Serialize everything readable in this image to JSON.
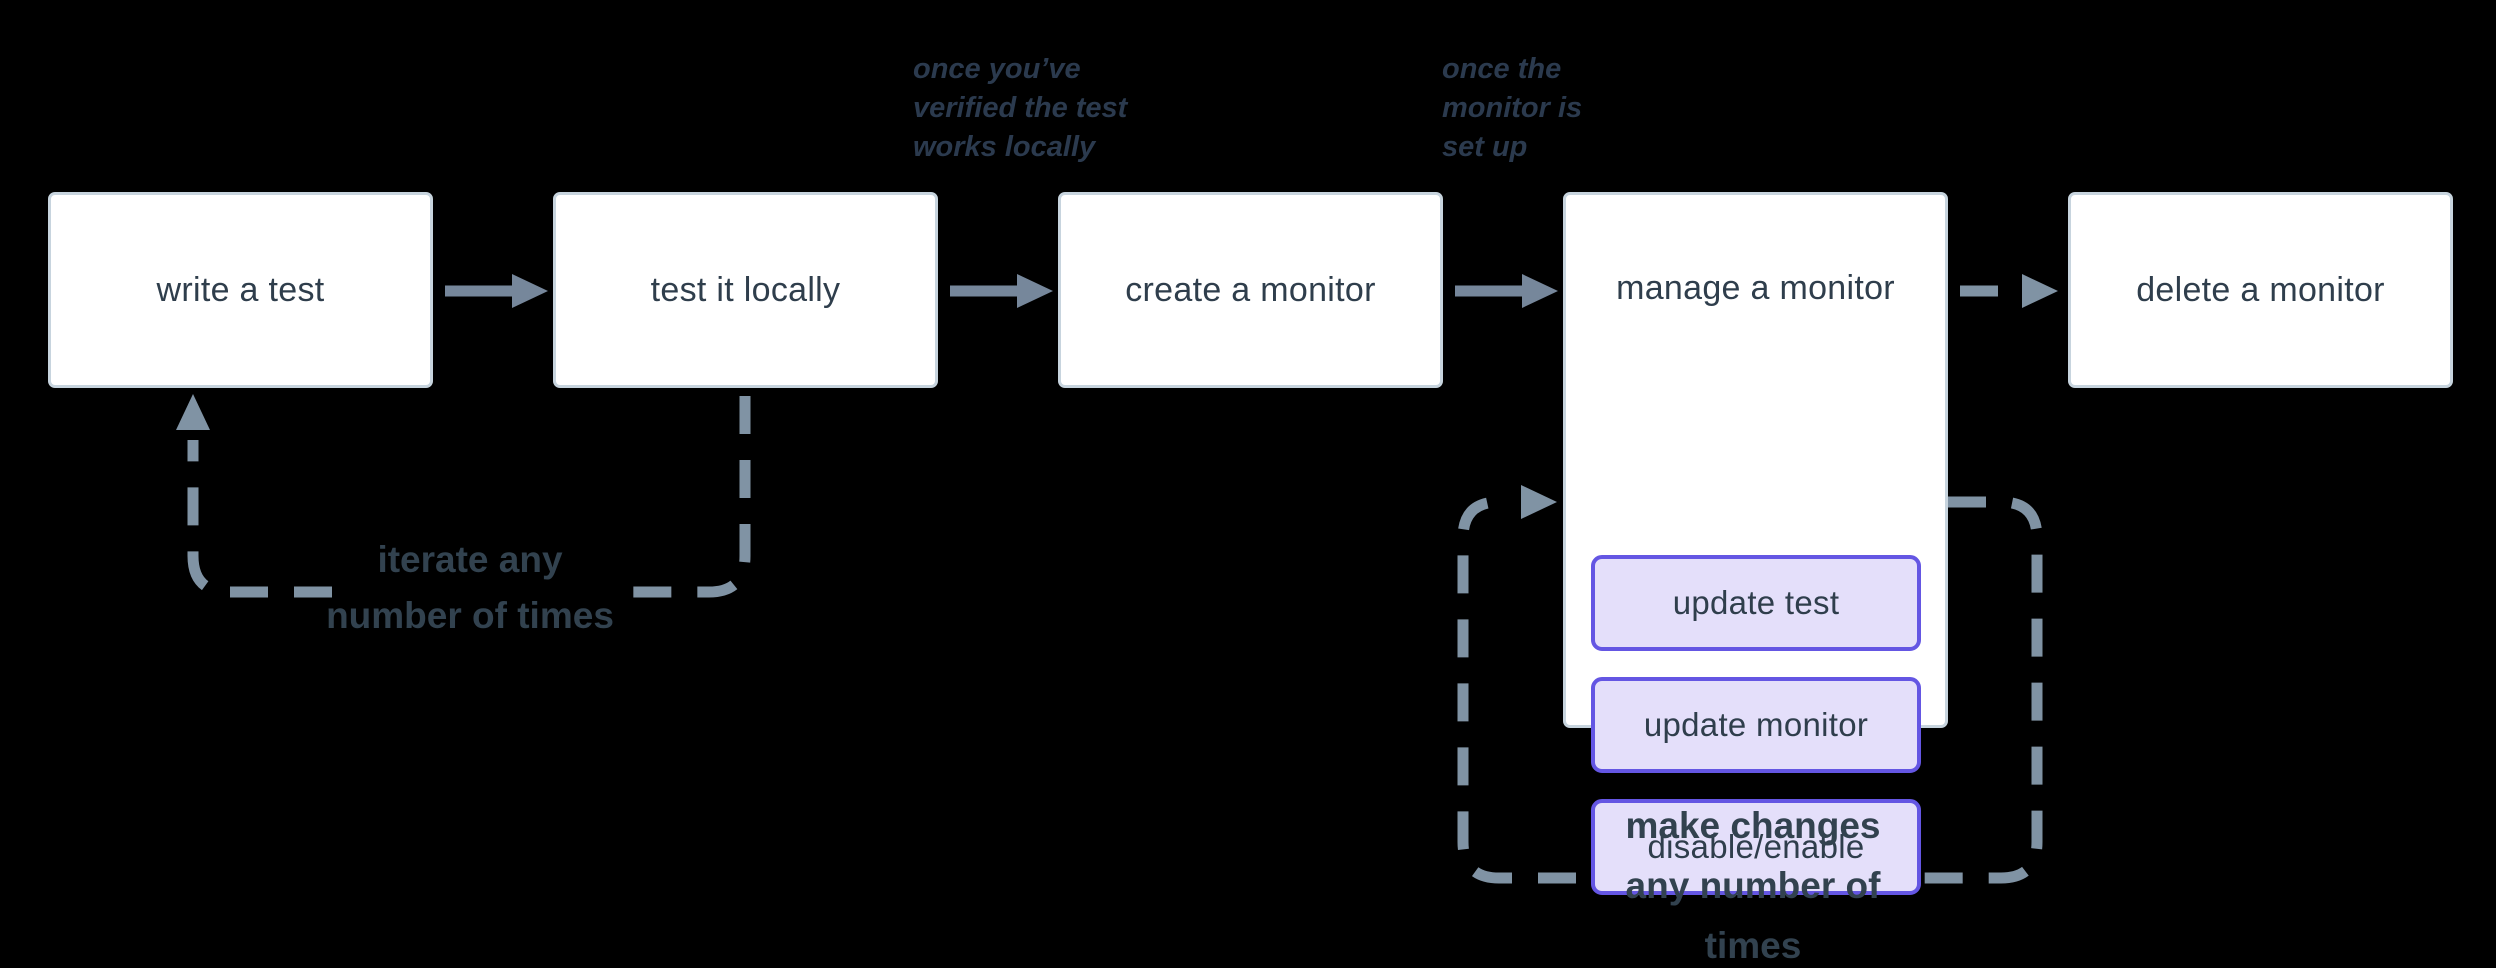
{
  "background_color": "#000000",
  "colors": {
    "node_fill": "#ffffff",
    "node_border": "#c7d4de",
    "node_text": "#2f3e4c",
    "pill_fill": "#e4dffa",
    "pill_border": "#6456e3",
    "solid_arrow": "#76879b",
    "dashed_arrow": "#8093a4",
    "annotation_text": "#2b3a4e",
    "caption_text": "#32424f"
  },
  "flow": {
    "nodes": [
      {
        "id": "write-a-test",
        "label": "write a test"
      },
      {
        "id": "test-it-locally",
        "label": "test it locally"
      },
      {
        "id": "create-a-monitor",
        "label": "create a monitor"
      },
      {
        "id": "manage-a-monitor",
        "label": "manage a monitor",
        "children": [
          {
            "id": "update-test",
            "label": "update test"
          },
          {
            "id": "update-monitor",
            "label": "update monitor"
          },
          {
            "id": "disable-enable",
            "label": "disable/enable"
          }
        ]
      },
      {
        "id": "delete-a-monitor",
        "label": "delete a monitor"
      }
    ],
    "annotations": [
      {
        "id": "once-verified",
        "lines": [
          "once you’ve",
          "verified the test",
          "works locally"
        ]
      },
      {
        "id": "once-set-up",
        "lines": [
          "once the",
          "monitor is",
          "set up"
        ]
      }
    ],
    "loop_captions": [
      {
        "id": "iterate",
        "lines": [
          "iterate any",
          "number of times"
        ]
      },
      {
        "id": "make-changes",
        "lines": [
          "make changes",
          "any number of",
          "times"
        ]
      }
    ]
  }
}
